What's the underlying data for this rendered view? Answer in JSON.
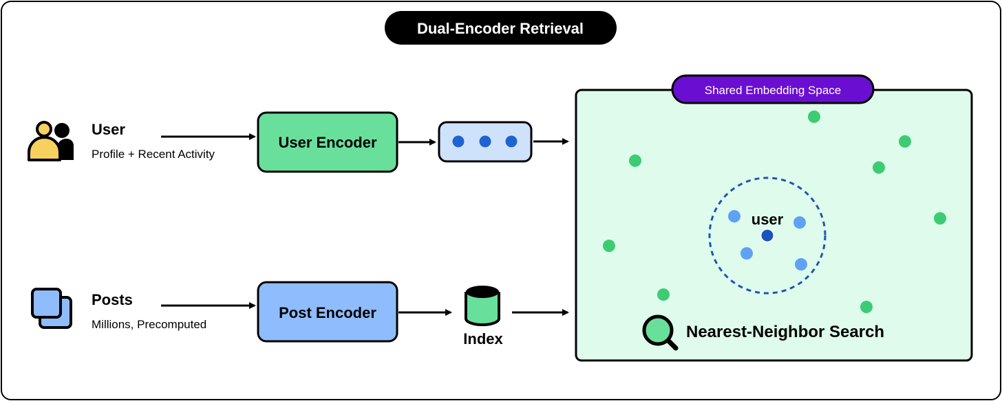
{
  "title": "Dual-Encoder Retrieval",
  "user_row": {
    "icon": "users-icon",
    "label": "User",
    "sublabel": "Profile + Recent Activity",
    "encoder": "User Encoder",
    "embedding_icon": "vector-dots-icon"
  },
  "post_row": {
    "icon": "images-icon",
    "label": "Posts",
    "sublabel": "Millions, Precomputed",
    "encoder": "Post Encoder",
    "index_icon": "database-icon",
    "index_label": "Index"
  },
  "embedding_space": {
    "tag": "Shared Embedding Space",
    "query_label": "user",
    "search_icon": "magnifier-icon",
    "search_label": "Nearest-Neighbor Search"
  },
  "colors": {
    "user_encoder_fill": "#68E09B",
    "post_encoder_fill": "#8EBCFD",
    "vector_fill": "#CFE2FC",
    "vector_dot": "#1F63D3",
    "space_fill": "#DEFBEB",
    "tag_fill": "#6A0FD1",
    "post_point": "#3DCC74",
    "neighbor_point": "#5FA1F5",
    "query_point": "#1A55BE",
    "radius_stroke": "#1E54B5",
    "user_icon_head": "#F7D15F",
    "posts_icon_fill": "#8EBCFD"
  }
}
